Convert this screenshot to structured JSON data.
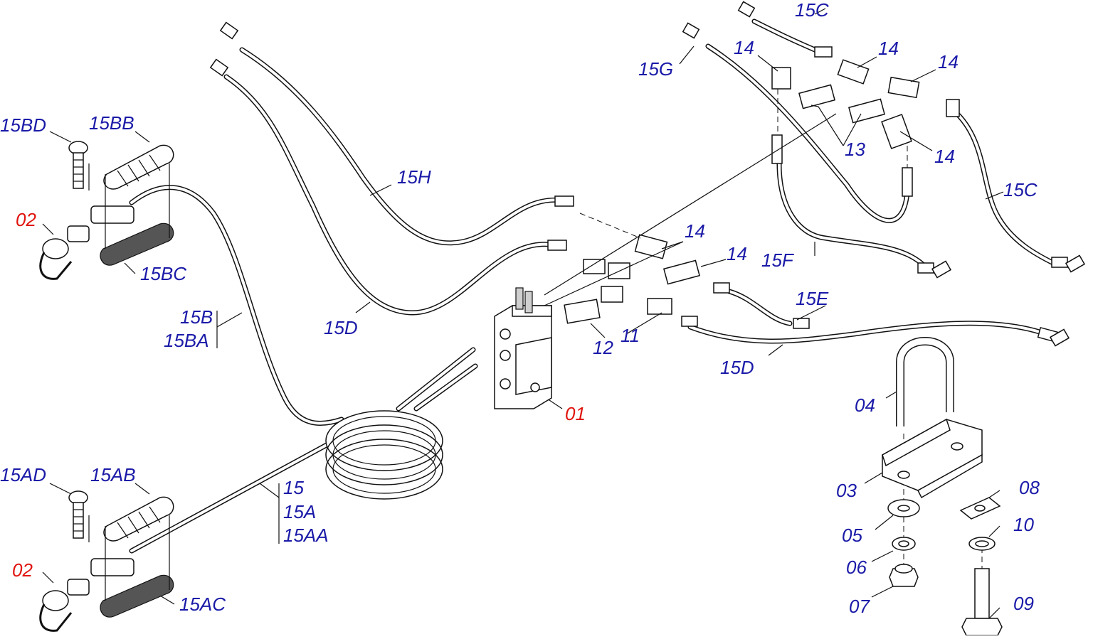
{
  "diagram": {
    "labels": {
      "l_15c_top": {
        "text": "15C",
        "color": "#1a1aa8"
      },
      "l_14_a": {
        "text": "14",
        "color": "#1a1aa8"
      },
      "l_14_b": {
        "text": "14",
        "color": "#1a1aa8"
      },
      "l_15g": {
        "text": "15G",
        "color": "#1a1aa8"
      },
      "l_14_c": {
        "text": "14",
        "color": "#1a1aa8"
      },
      "l_13": {
        "text": "13",
        "color": "#1a1aa8"
      },
      "l_14_d": {
        "text": "14",
        "color": "#1a1aa8"
      },
      "l_15c_right": {
        "text": "15C",
        "color": "#1a1aa8"
      },
      "l_15bd": {
        "text": "15BD",
        "color": "#1a1aa8"
      },
      "l_15bb": {
        "text": "15BB",
        "color": "#1a1aa8"
      },
      "l_15h": {
        "text": "15H",
        "color": "#1a1aa8"
      },
      "l_02_top": {
        "text": "02",
        "color": "#e0140e"
      },
      "l_15bc": {
        "text": "15BC",
        "color": "#1a1aa8"
      },
      "l_14_e": {
        "text": "14",
        "color": "#1a1aa8"
      },
      "l_14_f": {
        "text": "14",
        "color": "#1a1aa8"
      },
      "l_15f": {
        "text": "15F",
        "color": "#1a1aa8"
      },
      "l_15e": {
        "text": "15E",
        "color": "#1a1aa8"
      },
      "l_15b": {
        "text": "15B",
        "color": "#1a1aa8"
      },
      "l_15ba": {
        "text": "15BA",
        "color": "#1a1aa8"
      },
      "l_15d_left": {
        "text": "15D",
        "color": "#1a1aa8"
      },
      "l_12": {
        "text": "12",
        "color": "#1a1aa8"
      },
      "l_11": {
        "text": "11",
        "color": "#1a1aa8"
      },
      "l_15d_right": {
        "text": "15D",
        "color": "#1a1aa8"
      },
      "l_04": {
        "text": "04",
        "color": "#1a1aa8"
      },
      "l_01": {
        "text": "01",
        "color": "#e0140e"
      },
      "l_15ad": {
        "text": "15AD",
        "color": "#1a1aa8"
      },
      "l_15ab": {
        "text": "15AB",
        "color": "#1a1aa8"
      },
      "l_15": {
        "text": "15",
        "color": "#1a1aa8"
      },
      "l_15a": {
        "text": "15A",
        "color": "#1a1aa8"
      },
      "l_15aa": {
        "text": "15AA",
        "color": "#1a1aa8"
      },
      "l_03": {
        "text": "03",
        "color": "#1a1aa8"
      },
      "l_08": {
        "text": "08",
        "color": "#1a1aa8"
      },
      "l_05": {
        "text": "05",
        "color": "#1a1aa8"
      },
      "l_10": {
        "text": "10",
        "color": "#1a1aa8"
      },
      "l_02_bottom": {
        "text": "02",
        "color": "#e0140e"
      },
      "l_06": {
        "text": "06",
        "color": "#1a1aa8"
      },
      "l_15ac": {
        "text": "15AC",
        "color": "#1a1aa8"
      },
      "l_07": {
        "text": "07",
        "color": "#1a1aa8"
      },
      "l_09": {
        "text": "09",
        "color": "#1a1aa8"
      }
    },
    "icons": {
      "valve": "control-valve-icon",
      "bracket": "mounting-bracket-icon",
      "ubolt": "u-bolt-icon",
      "coupler": "quick-coupler-icon",
      "grip": "hose-grip-icon",
      "screw": "screw-icon"
    }
  }
}
